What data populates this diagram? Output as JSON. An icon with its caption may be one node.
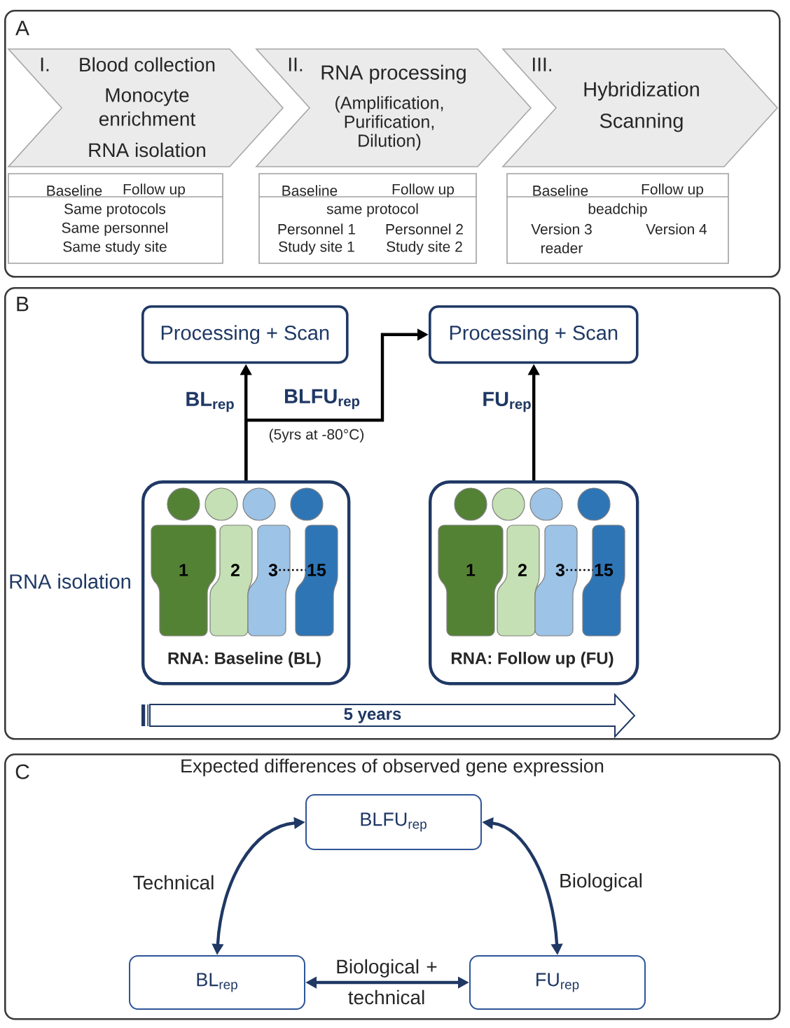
{
  "diagram": {
    "nodes": [
      {
        "text": [
          "A"
        ]
      },
      {
        "text": [
          "I.",
          "Blood collection",
          "Monocyte enrichment",
          "RNA isolation"
        ],
        "in": 0
      },
      {
        "text": [
          "II.",
          "RNA processing",
          "(Amplification, Purification, Dilution)"
        ],
        "in": 0
      },
      {
        "text": [
          "III.",
          "Hybridization",
          "Scanning"
        ],
        "in": 0
      },
      {
        "text": [
          "Baseline",
          "Follow up",
          "Same protocols",
          "Same personnel",
          "Same study site"
        ],
        "in": 0
      },
      {
        "text": [
          "Baseline",
          "Follow up",
          "same protocol",
          "Personnel 1",
          "Personnel 2",
          "Study site 1",
          "Study site 2"
        ],
        "in": 0
      },
      {
        "text": [
          "Baseline",
          "Follow up",
          "beadchip",
          "Version 3",
          "Version 4",
          "reader"
        ],
        "in": 0
      },
      {
        "text": [
          "B"
        ]
      },
      {
        "text": [
          "Processing + Scan"
        ],
        "in": 7
      },
      {
        "text": [
          "Processing + Scan"
        ],
        "in": 7
      },
      {
        "text": [
          "RNA: Baseline (BL)"
        ],
        "in": 7
      },
      {
        "text": [
          "1"
        ],
        "in": 10
      },
      {
        "text": [
          "2"
        ],
        "in": 10
      },
      {
        "text": [
          "3"
        ],
        "in": 10
      },
      {
        "text": [
          "15"
        ],
        "in": 10
      },
      {
        "text": [
          "RNA: Follow up (FU)"
        ],
        "in": 7
      },
      {
        "text": [
          "1"
        ],
        "in": 15
      },
      {
        "text": [
          "2"
        ],
        "in": 15
      },
      {
        "text": [
          "3"
        ],
        "in": 15
      },
      {
        "text": [
          "15"
        ],
        "in": 15
      },
      {
        "text": [
          "5 years"
        ],
        "in": 7
      },
      {
        "text": [
          "C",
          "Expected differences of observed gene expression"
        ]
      },
      {
        "text": [
          "BLFU$_{rep}$"
        ],
        "in": 21
      },
      {
        "text": [
          "BL$_{rep}$"
        ],
        "in": 21
      },
      {
        "text": [
          "FU$_{rep}$"
        ],
        "in": 21
      }
    ],
    "edges": [
      {
        "from": 10,
        "to": 8,
        "arrow": "to",
        "label": "BL$_{rep}$"
      },
      {
        "from": 10,
        "to": 9,
        "arrow": "to",
        "label": "BLFU$_{rep}$"
      },
      {
        "from": 15,
        "to": 9,
        "arrow": "to",
        "label": "FU$_{rep}$"
      },
      {
        "from": 23,
        "to": 22,
        "arrow": "both",
        "label": "Technical",
        "color": "#1f3864"
      },
      {
        "from": 22,
        "to": 24,
        "arrow": "both",
        "label": "Biological",
        "color": "#1f3864"
      },
      {
        "from": 23,
        "to": 24,
        "arrow": "both",
        "label": "Biological + technical",
        "color": "#1f3864"
      },
      {
        "from": 13,
        "to": 14,
        "arrow": "none",
        "style": "dashed"
      },
      {
        "from": 18,
        "to": 19,
        "arrow": "none",
        "style": "dashed"
      }
    ],
    "labels": [
      "(5yrs at -80°C)",
      "RNA isolation"
    ]
  }
}
